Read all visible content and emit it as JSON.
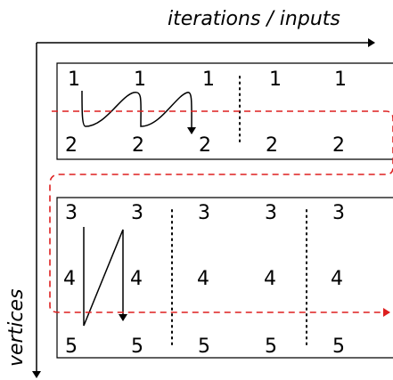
{
  "axes": {
    "horizontal_label": "iterations / inputs",
    "vertical_label": "vertices"
  },
  "top_block": {
    "row_top": [
      "1",
      "1",
      "1",
      "1",
      "1"
    ],
    "row_bottom": [
      "2",
      "2",
      "2",
      "2",
      "2"
    ]
  },
  "bottom_block": {
    "row_top": [
      "3",
      "3",
      "3",
      "3",
      "3"
    ],
    "row_middle": [
      "4",
      "4",
      "4",
      "4",
      "4"
    ],
    "row_bottom": [
      "5",
      "5",
      "5",
      "5",
      "5"
    ]
  },
  "colors": {
    "ink": "#000000",
    "dashed_path": "#dd1f1f"
  }
}
